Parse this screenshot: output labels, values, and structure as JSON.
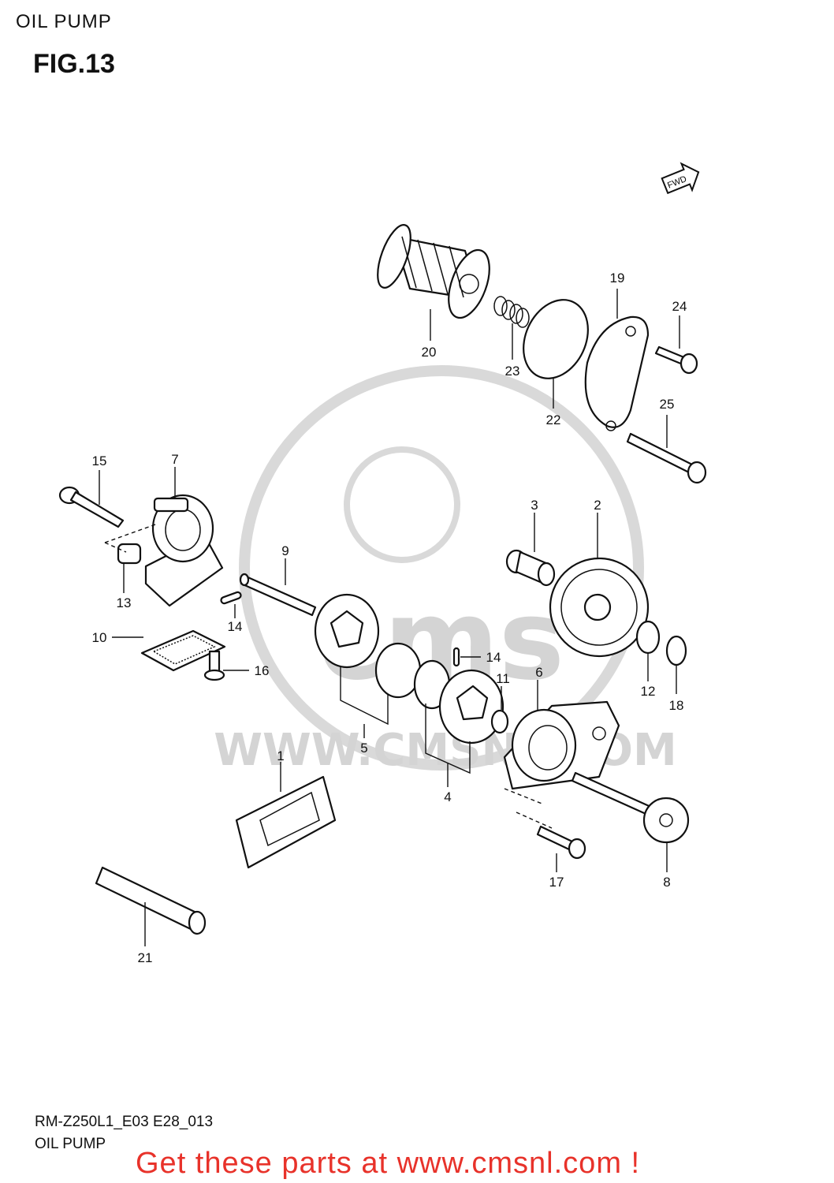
{
  "header": {
    "title": "OIL PUMP",
    "figure": "FIG.13"
  },
  "watermark": {
    "site": "WWW.CMSNL.COM",
    "logo_text": "cms"
  },
  "direction_arrow": "FWD",
  "callouts": {
    "c1": "1",
    "c2": "2",
    "c3": "3",
    "c4": "4",
    "c5": "5",
    "c6": "6",
    "c7": "7",
    "c8": "8",
    "c9": "9",
    "c10": "10",
    "c11": "11",
    "c12": "12",
    "c13": "13",
    "c14a": "14",
    "c14b": "14",
    "c15": "15",
    "c16": "16",
    "c17": "17",
    "c18": "18",
    "c19": "19",
    "c20": "20",
    "c21": "21",
    "c22": "22",
    "c23": "23",
    "c24": "24",
    "c25": "25"
  },
  "footer": {
    "model_code": "RM-Z250L1_E03 E28_013",
    "caption": "OIL PUMP",
    "promo": "Get these parts at www.cmsnl.com !"
  },
  "colors": {
    "promo": "#e8322a",
    "watermark": "#d4d4d4",
    "line": "#111111"
  }
}
